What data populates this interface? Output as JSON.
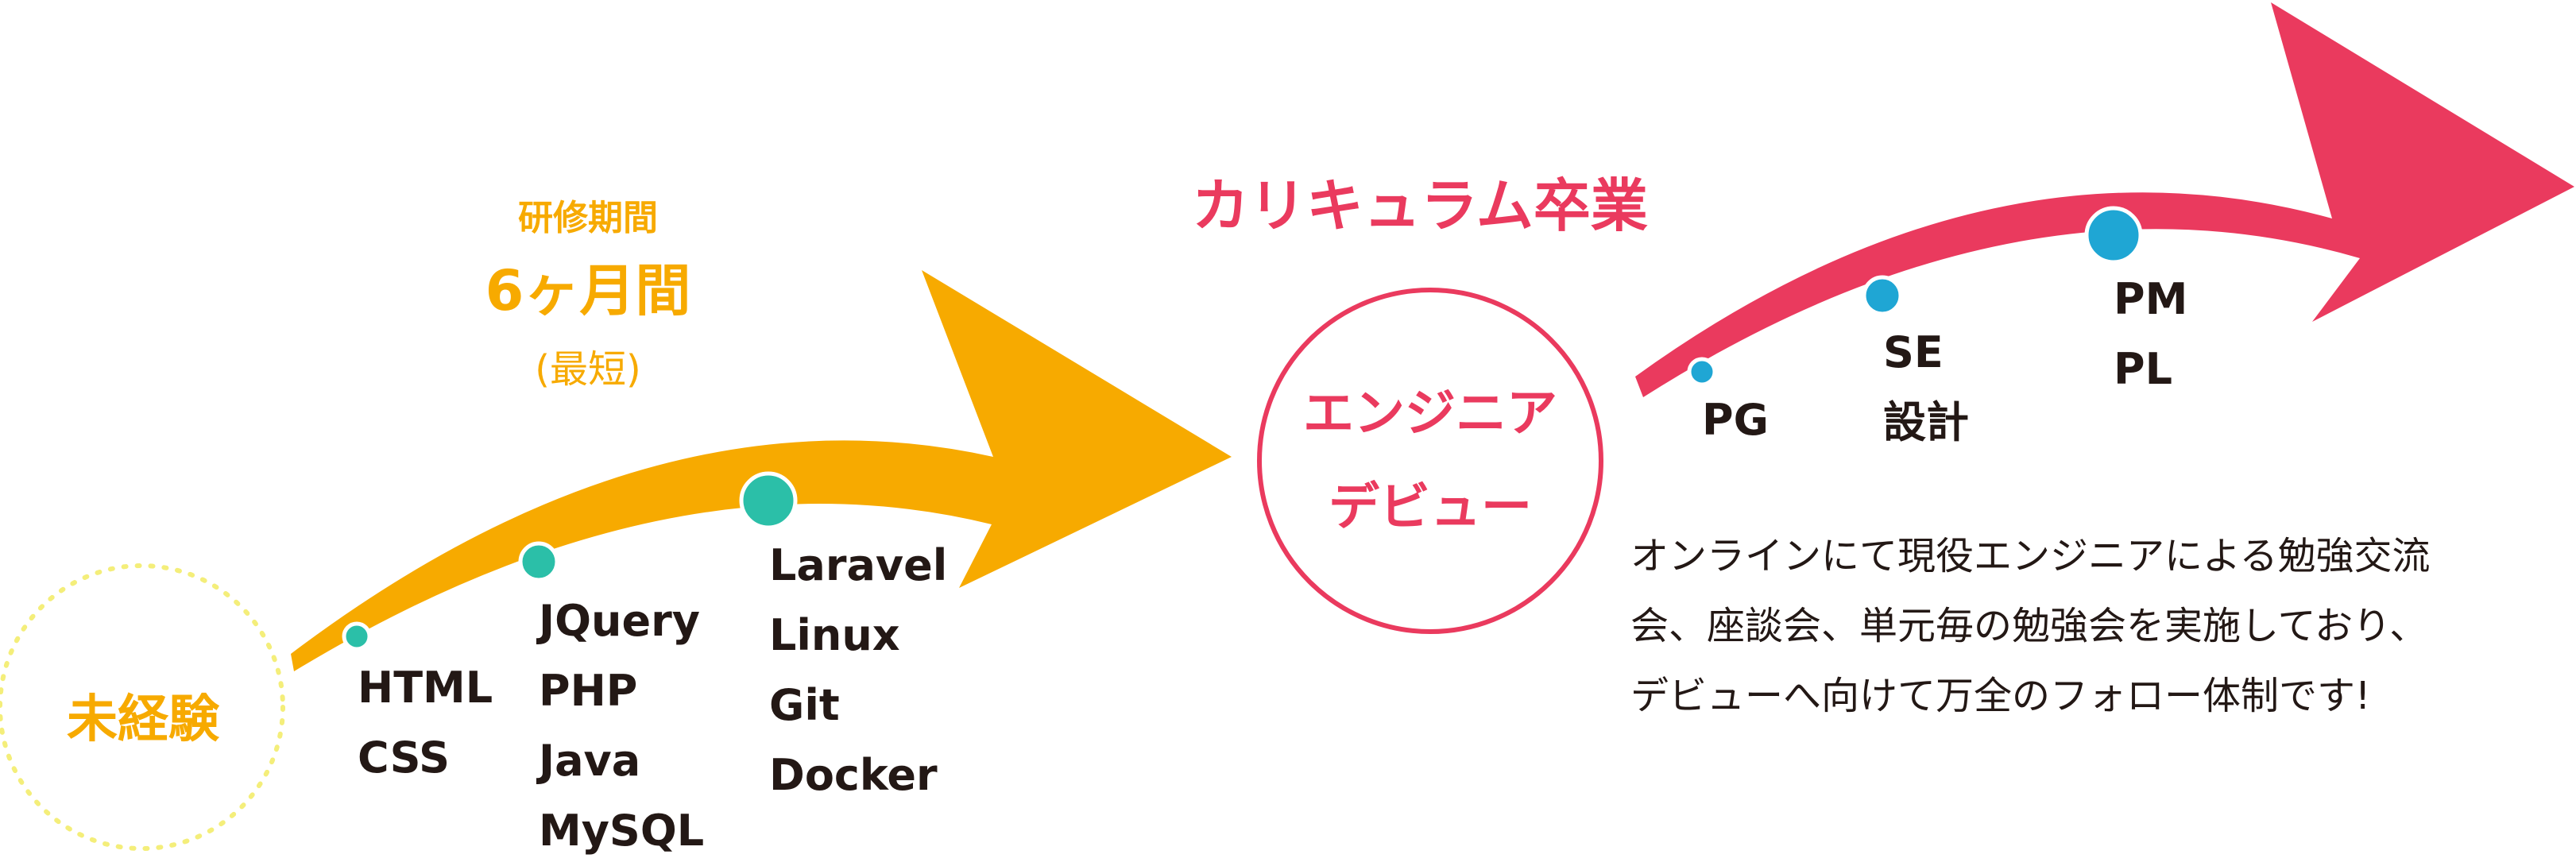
{
  "training": {
    "period_label": "研修期間",
    "duration": "6ヶ月間",
    "note": "(最短)"
  },
  "start": {
    "label": "未経験"
  },
  "curriculum_steps": [
    {
      "items": [
        "HTML",
        "CSS"
      ]
    },
    {
      "items": [
        "JQuery",
        "PHP",
        "Java",
        "MySQL"
      ]
    },
    {
      "items": [
        "Laravel",
        "Linux",
        "Git",
        "Docker"
      ]
    }
  ],
  "graduation": {
    "heading": "カリキュラム卒業",
    "badge_lines": [
      "エンジニア",
      "デビュー"
    ]
  },
  "career_steps": [
    {
      "items": [
        "PG"
      ]
    },
    {
      "items": [
        "SE",
        "設計"
      ]
    },
    {
      "items": [
        "PM",
        "PL"
      ]
    }
  ],
  "description_lines": [
    "オンラインにて現役エンジニアによる勉強交流",
    "会、座談会、単元毎の勉強会を実施しており、",
    "デビューへ向けて万全のフォロー体制です!"
  ],
  "colors": {
    "orange": "#F7AA00",
    "pink": "#EA3A5E",
    "teal": "#2BBFA8",
    "blue": "#1FA6D4",
    "text": "#231815",
    "dotted_circle": "#F4EE7A"
  },
  "icons": {
    "step_marker": "dot-icon"
  }
}
